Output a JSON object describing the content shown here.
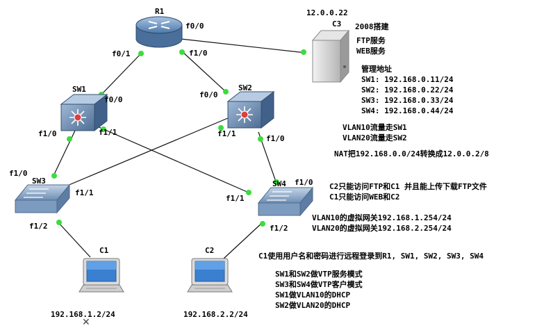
{
  "devices": {
    "r1": "R1",
    "sw1": "SW1",
    "sw2": "SW2",
    "sw3": "SW3",
    "sw4": "SW4",
    "c1": "C1",
    "c2": "C2",
    "c3": "C3"
  },
  "ports": {
    "r1_f00": "f0/0",
    "r1_f01": "f0/1",
    "r1_f10": "f1/0",
    "sw1_f00": "f0/0",
    "sw1_f10": "f1/0",
    "sw1_f11": "f1/1",
    "sw2_f00": "f0/0",
    "sw2_f11": "f1/1",
    "sw2_f10": "f1/0",
    "sw3_f10": "f1/0",
    "sw3_f11": "f1/1",
    "sw3_f12": "f1/2",
    "sw4_f10": "f1/0",
    "sw4_f11": "f1/1",
    "sw4_f12": "f1/2"
  },
  "addresses": {
    "c3_ip": "12.0.0.22",
    "c1_ip": "192.168.1.2/24",
    "c2_ip": "192.168.2.2/24"
  },
  "server_notes": [
    "2008搭建",
    "FTP服务",
    "WEB服务"
  ],
  "mgmt": {
    "title": "管理地址",
    "lines": [
      "SW1: 192.168.0.11/24",
      "SW2: 192.168.0.22/24",
      "SW3: 192.168.0.33/24",
      "SW4: 192.168.0.44/24"
    ]
  },
  "vlan_paths": [
    "VLAN10流量走SW1",
    "VLAN20流量走SW2"
  ],
  "nat": "NAT把192.168.0.0/24转换成12.0.0.2/8",
  "access": [
    "C2只能访问FTP和C1 并且能上传下载FTP文件",
    "C1只能访问WEB和C2"
  ],
  "gateways": [
    "VLAN10的虚拟网关192.168.1.254/24",
    "VLAN20的虚拟网关192.168.2.254/24"
  ],
  "remote_login": "C1使用用户名和密码进行远程登录到R1, SW1, SW2, SW3, SW4",
  "vtp_dhcp": [
    "SW1和SW2做VTP服务模式",
    "SW3和SW4做VTP客户模式",
    "SW1做VLAN10的DHCP",
    "SW2做VLAN20的DHCP"
  ],
  "close_glyph": "✕"
}
